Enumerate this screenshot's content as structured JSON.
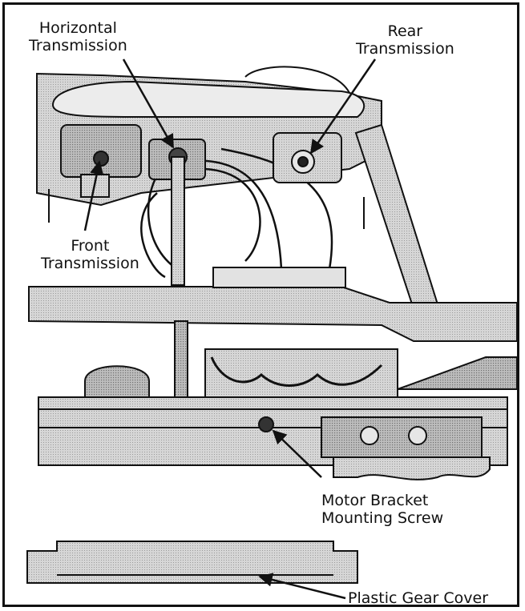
{
  "labels": {
    "horizontal_transmission": [
      "Horizontal",
      "Transmission"
    ],
    "rear_transmission": [
      "Rear",
      "Transmission"
    ],
    "front_transmission": [
      "Front",
      "Transmission"
    ],
    "motor_bracket_screw": [
      "Motor Bracket",
      "Mounting Screw"
    ],
    "plastic_gear_cover": "Plastic Gear Cover"
  },
  "colors": {
    "ink": "#111111",
    "metal_light": "#d9d9d9",
    "metal_mid": "#b8b8b8",
    "metal_dark": "#8c8c8c",
    "paper": "#ffffff"
  }
}
